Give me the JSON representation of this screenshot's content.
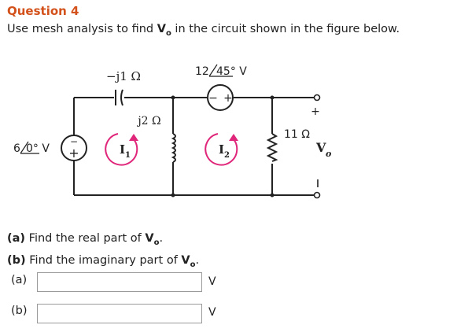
{
  "question": {
    "title": "Question 4",
    "prompt_pre": "Use mesh analysis to find ",
    "prompt_var": "V",
    "prompt_sub": "o",
    "prompt_post": " in the circuit shown in the figure below."
  },
  "circuit": {
    "capacitor_label": "−j1 Ω",
    "inductor_label": "j2 Ω",
    "top_source_label": "12",
    "top_source_angle": "45° V",
    "left_source_label": "6",
    "left_source_angle": "0° V",
    "resistor_label": "11 Ω",
    "mesh1_label": "I",
    "mesh1_sub": "1",
    "mesh2_label": "I",
    "mesh2_sub": "2",
    "vo_label": "V",
    "vo_sub": "o",
    "plus": "+",
    "minus": "−",
    "colors": {
      "wire": "#222222",
      "mesh_arrow": "#e0267a"
    }
  },
  "parts": {
    "a_tag": "(a)",
    "a_text": " Find the real part of ",
    "a_var": "V",
    "a_sub": "o",
    "a_end": ".",
    "b_tag": "(b)",
    "b_text": " Find the imaginary part of ",
    "b_var": "V",
    "b_sub": "o",
    "b_end": "."
  },
  "answers": [
    {
      "label": "(a)",
      "value": "",
      "unit": "V"
    },
    {
      "label": "(b)",
      "value": "",
      "unit": "V"
    }
  ]
}
